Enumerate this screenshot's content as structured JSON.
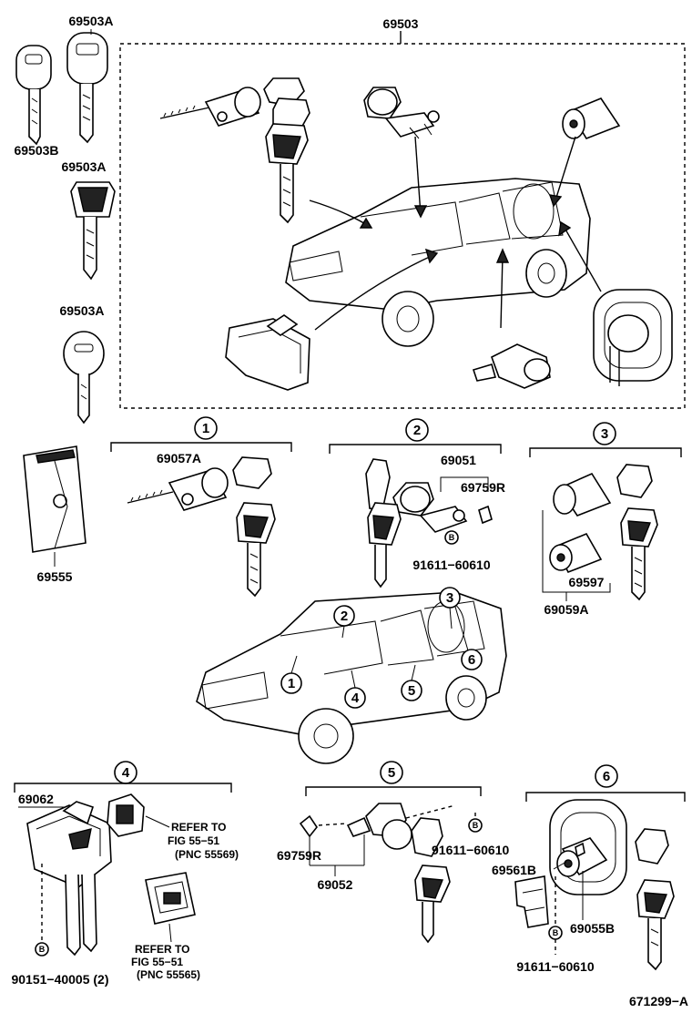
{
  "diagram": {
    "part_numbers": {
      "p69503A_top": "69503A",
      "p69503": "69503",
      "p69503B": "69503B",
      "p69503A_mid": "69503A",
      "p69503A_low": "69503A",
      "p69057A": "69057A",
      "p69051": "69051",
      "p69759R_a": "69759R",
      "p91611_a": "91611−60610",
      "p69555": "69555",
      "p69597": "69597",
      "p69059A": "69059A",
      "p69062": "69062",
      "p90151": "90151−40005 (2)",
      "p69759R_b": "69759R",
      "p69052": "69052",
      "p91611_b": "91611−60610",
      "p69561B": "69561B",
      "p69055B": "69055B",
      "p91611_c": "91611−60610",
      "p671299": "671299−A"
    },
    "notes": {
      "ref1_line1": "REFER TO",
      "ref1_line2": "FIG 55−51",
      "ref1_line3": "(PNC 55569)",
      "ref2_line1": "REFER TO",
      "ref2_line2": "FIG 55−51",
      "ref2_line3": "(PNC 55565)"
    },
    "callouts": [
      "1",
      "2",
      "3",
      "4",
      "5",
      "6"
    ],
    "bolt_marker": "B"
  }
}
